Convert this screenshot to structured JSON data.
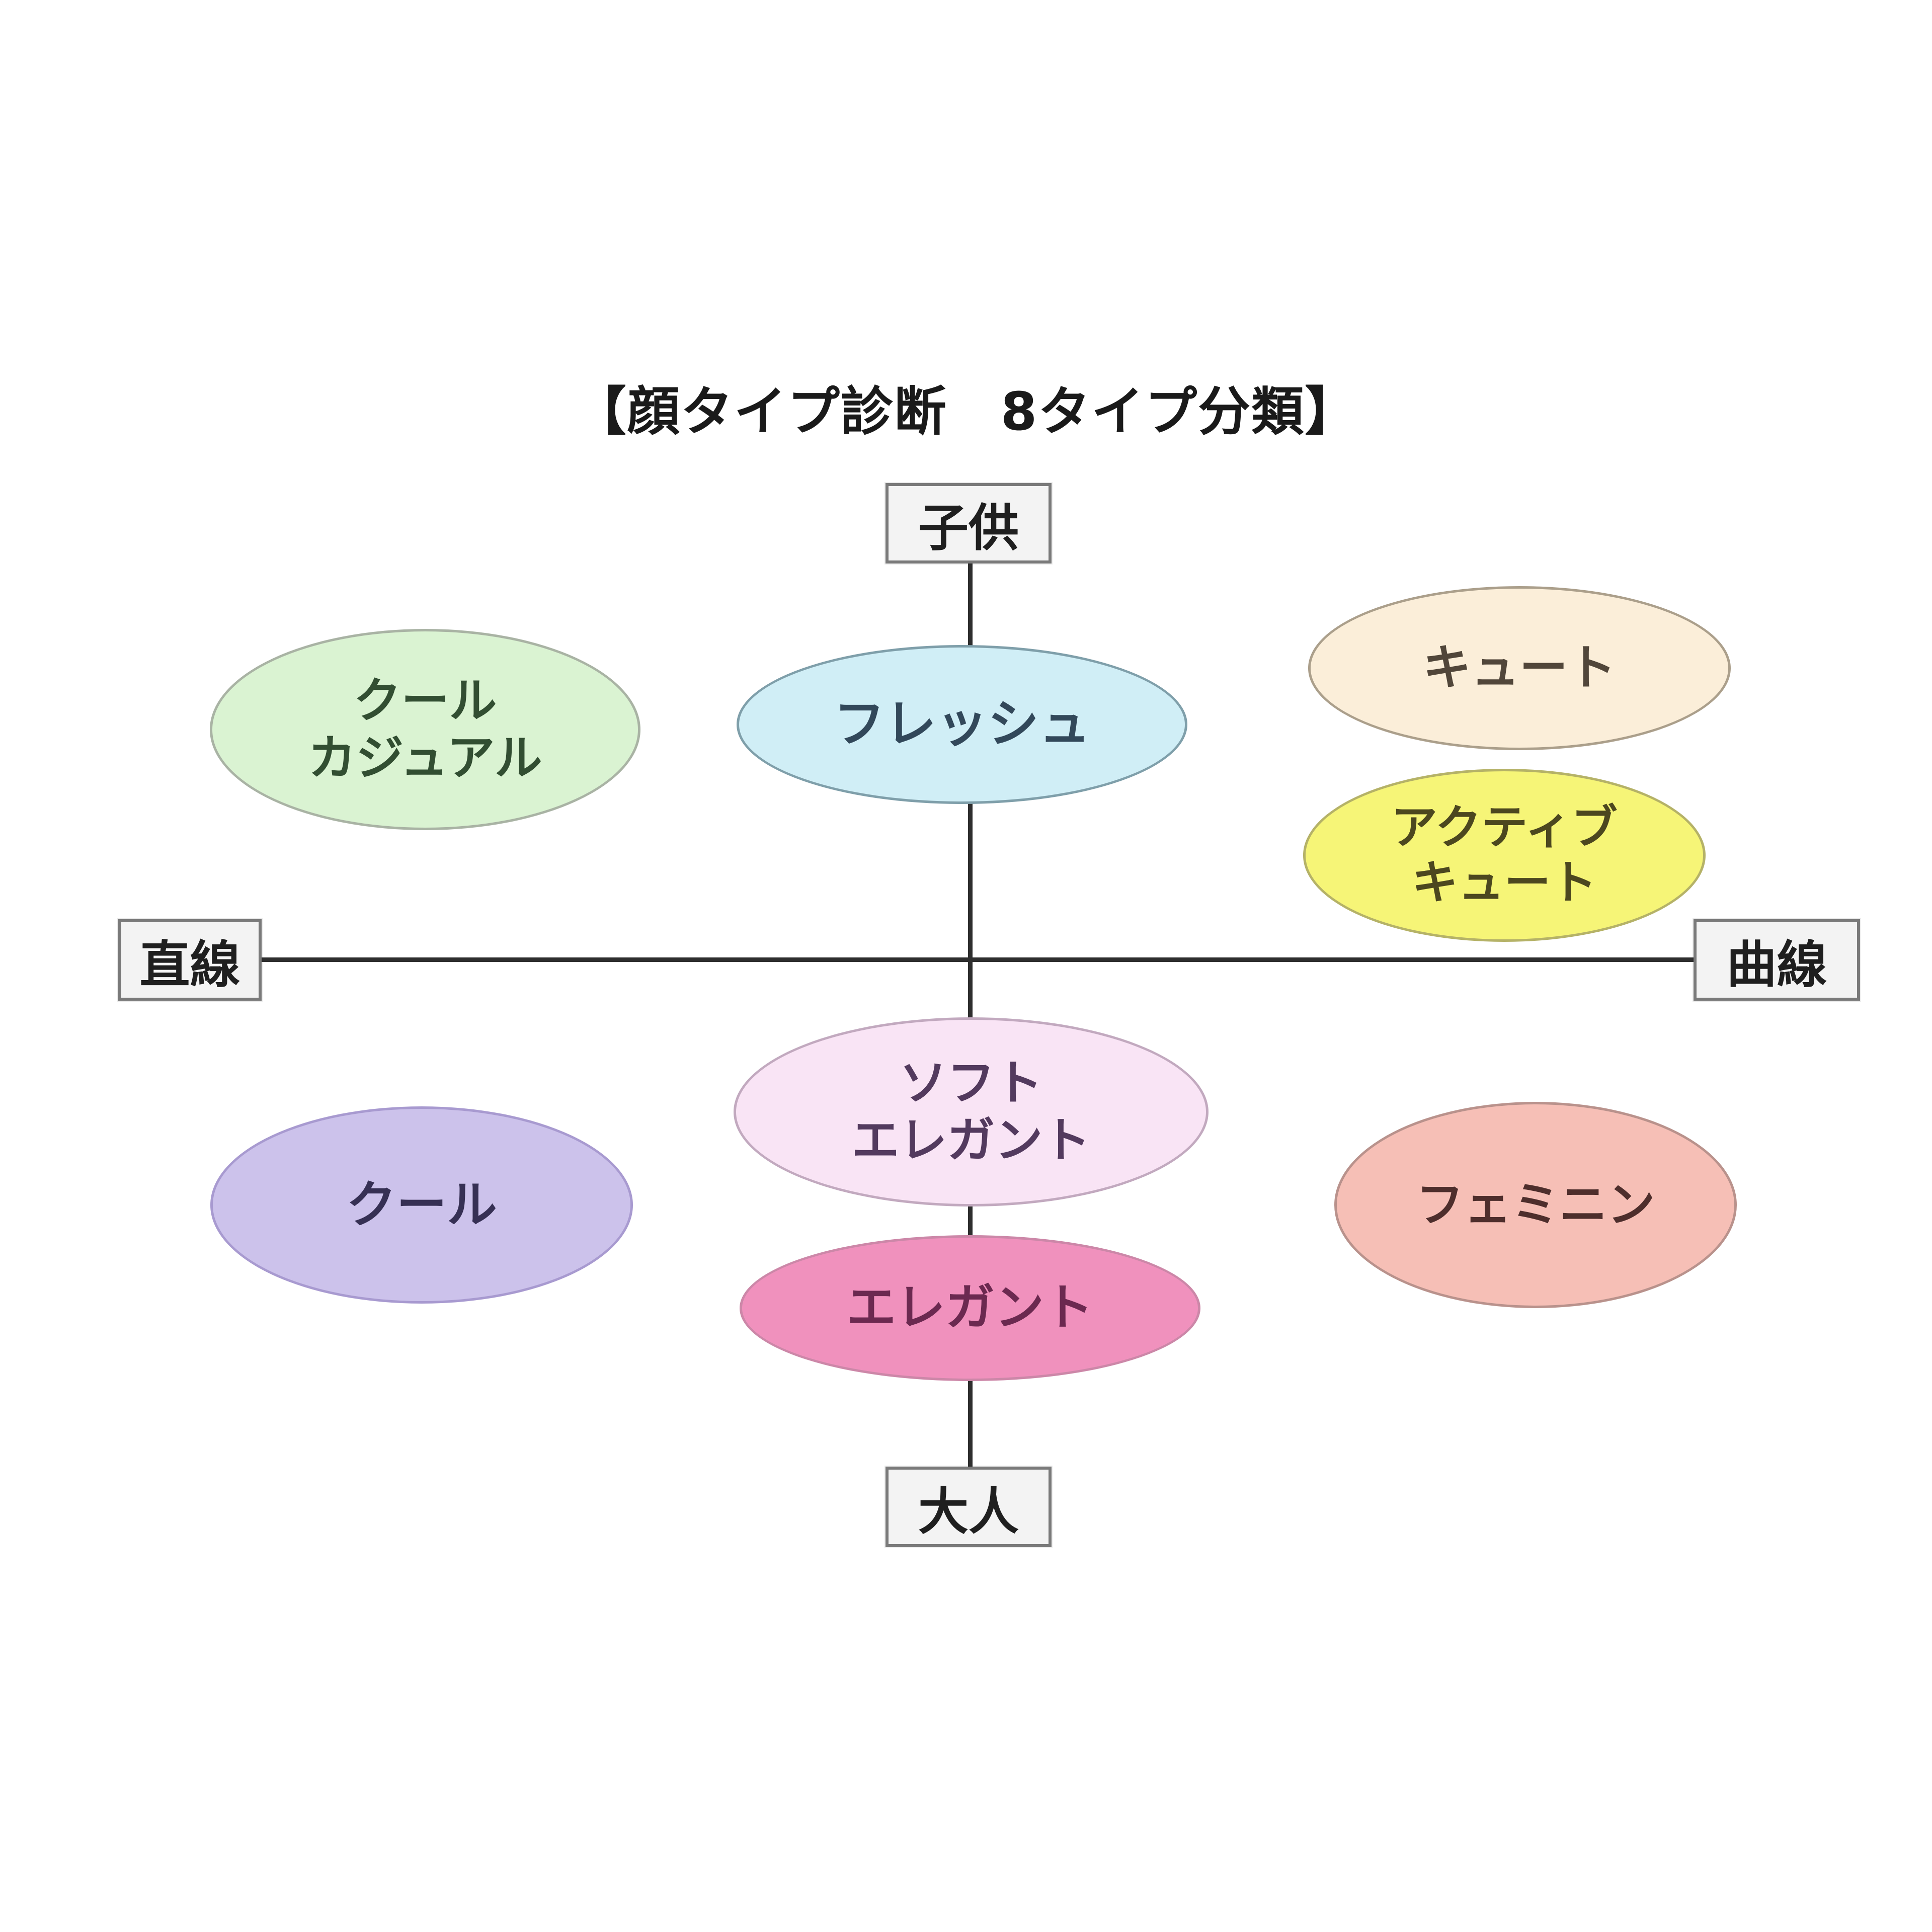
{
  "title": "【顔タイプ診断　8タイプ分類】",
  "axis_boxes": {
    "top": "子供",
    "bottom": "大人",
    "left": "直線",
    "right": "曲線"
  },
  "colors": {
    "background": "#ffffff",
    "line": "#2e2e2e",
    "box_bg": "#f3f3f3",
    "box_border": "#7a7a7a",
    "box_text": "#1f1f1f",
    "title_text": "#1a1a1a"
  },
  "types": [
    {
      "id": "cool-casual",
      "lines": [
        "クール",
        "カジュアル"
      ],
      "fill": "#daf3d2",
      "border": "#a9b3a4",
      "text": "#324e32"
    },
    {
      "id": "fresh",
      "lines": [
        "フレッシュ"
      ],
      "fill": "#d0eef6",
      "border": "#7f9faa",
      "text": "#32485a"
    },
    {
      "id": "cute",
      "lines": [
        "キュート"
      ],
      "fill": "#fbeed9",
      "border": "#ab9f8b",
      "text": "#51463a"
    },
    {
      "id": "active-cute",
      "lines": [
        "アクティブ",
        "キュート"
      ],
      "fill": "#f6f577",
      "border": "#b5b267",
      "text": "#4c471f"
    },
    {
      "id": "soft-elegant",
      "lines": [
        "ソフト",
        "エレガント"
      ],
      "fill": "#f9e4f5",
      "border": "#c2a9bf",
      "text": "#533a5e"
    },
    {
      "id": "cool",
      "lines": [
        "クール"
      ],
      "fill": "#ccc2eb",
      "border": "#a89ad0",
      "text": "#363054"
    },
    {
      "id": "feminine",
      "lines": [
        "フェミニン"
      ],
      "fill": "#f6bfb6",
      "border": "#b9928c",
      "text": "#4e2e2c"
    },
    {
      "id": "elegant",
      "lines": [
        "エレガント"
      ],
      "fill": "#f091bd",
      "border": "#cc87a8",
      "text": "#6b2950"
    }
  ]
}
